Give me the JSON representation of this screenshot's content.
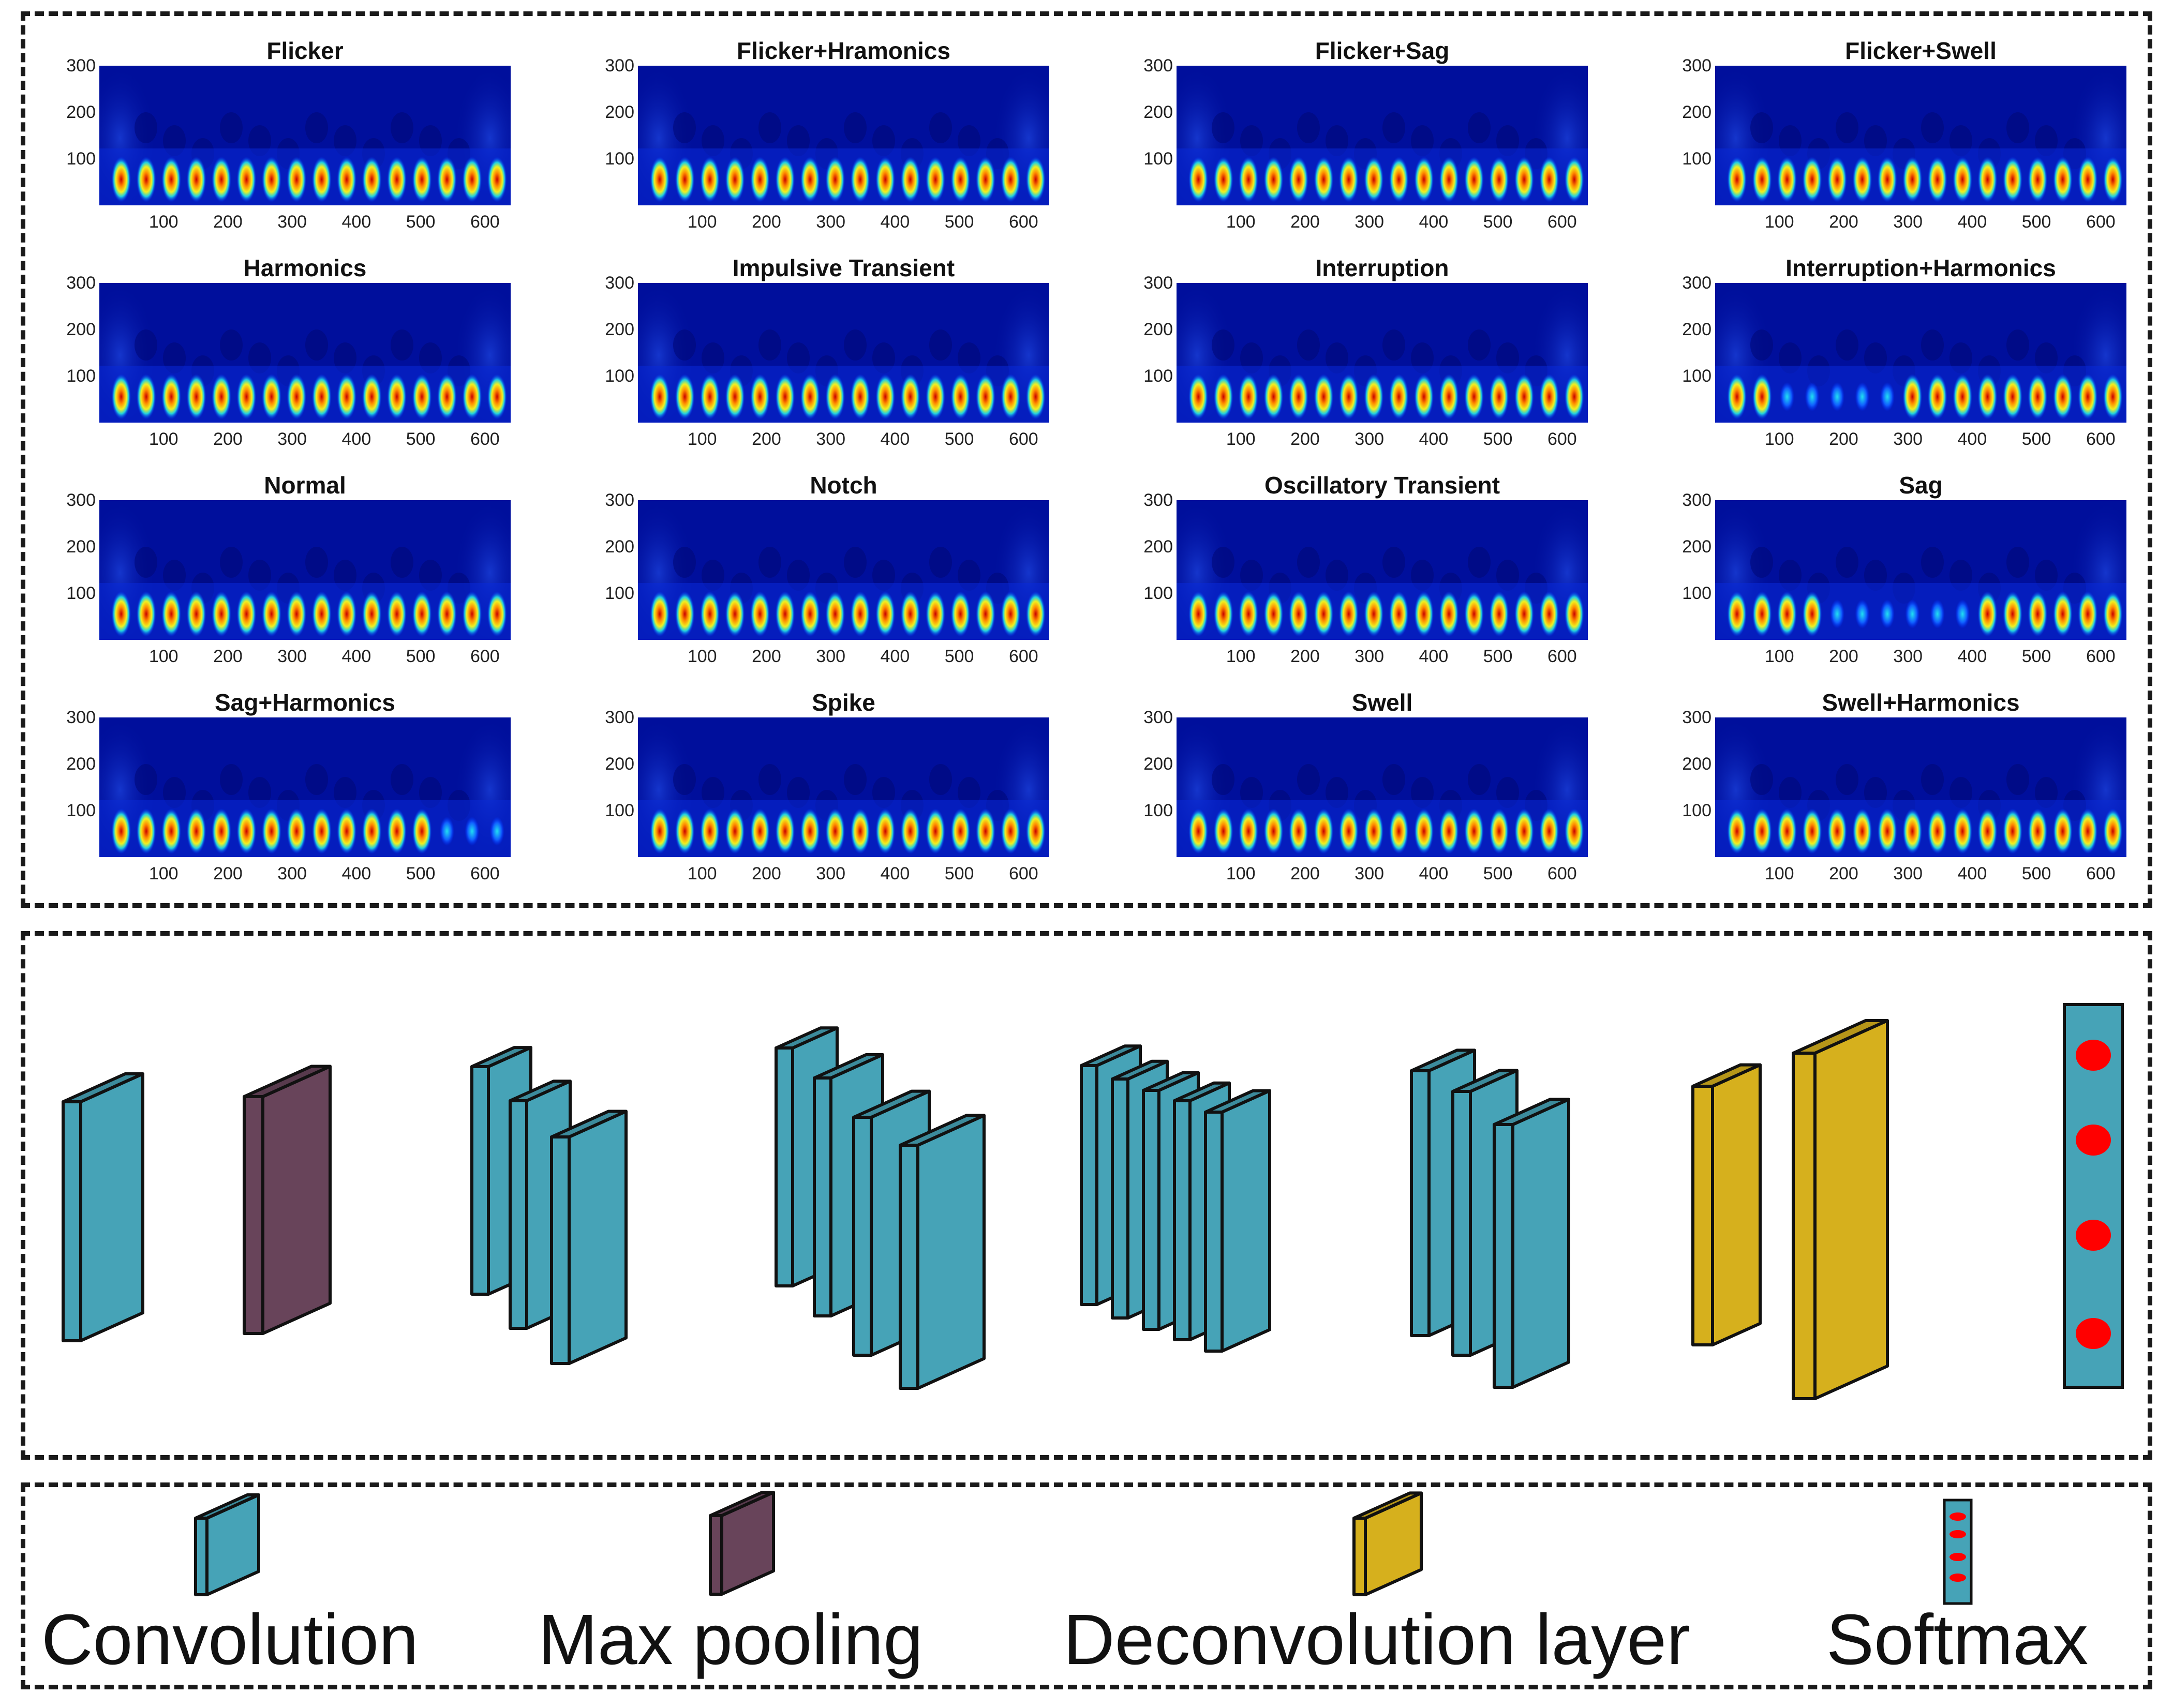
{
  "plots": [
    {
      "title": "Flicker"
    },
    {
      "title": "Flicker+Hramonics"
    },
    {
      "title": "Flicker+Sag"
    },
    {
      "title": "Flicker+Swell"
    },
    {
      "title": "Harmonics"
    },
    {
      "title": "Impulsive Transient"
    },
    {
      "title": "Interruption"
    },
    {
      "title": "Interruption+Harmonics"
    },
    {
      "title": "Normal"
    },
    {
      "title": "Notch"
    },
    {
      "title": "Oscillatory Transient"
    },
    {
      "title": "Sag"
    },
    {
      "title": "Sag+Harmonics"
    },
    {
      "title": "Spike"
    },
    {
      "title": "Swell"
    },
    {
      "title": "Swell+Harmonics"
    }
  ],
  "axes": {
    "y_ticks": [
      "300",
      "200",
      "100"
    ],
    "x_ticks": [
      "100",
      "200",
      "300",
      "400",
      "500",
      "600"
    ],
    "y_range": [
      0,
      300
    ],
    "x_range": [
      0,
      640
    ]
  },
  "colors": {
    "convolution": "#46a3b7",
    "max_pooling": "#68445a",
    "deconvolution": "#d6b01d",
    "softmax_dot": "#ff0000",
    "scalogram_background": "#000f9c"
  },
  "network": {
    "layers": [
      "convolution",
      "max-pooling",
      "convolution",
      "convolution",
      "convolution",
      "convolution",
      "deconvolution",
      "softmax"
    ]
  },
  "legend": {
    "convolution": "Convolution",
    "max_pooling": "Max pooling",
    "deconvolution": "Deconvolution layer",
    "softmax": "Softmax"
  }
}
